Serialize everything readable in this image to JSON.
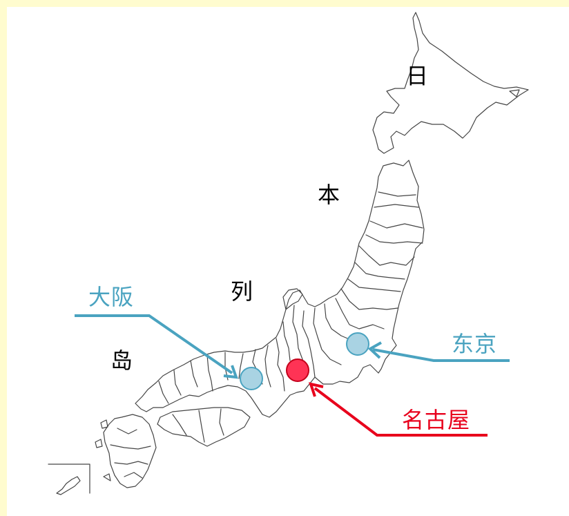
{
  "map": {
    "island_chars": [
      "日",
      "本",
      "列",
      "岛"
    ]
  },
  "cities": {
    "osaka": {
      "label": "大阪",
      "color": "#4aa3c0",
      "marker_fill": "#a9d3e3"
    },
    "tokyo": {
      "label": "东京",
      "color": "#4aa3c0",
      "marker_fill": "#a9d3e3"
    },
    "nagoya": {
      "label": "名古屋",
      "color": "#e8001c",
      "marker_fill": "#ff3355"
    }
  },
  "colors": {
    "page_background": "#fffccf",
    "map_background": "#ffffff",
    "outline": "#444444"
  }
}
